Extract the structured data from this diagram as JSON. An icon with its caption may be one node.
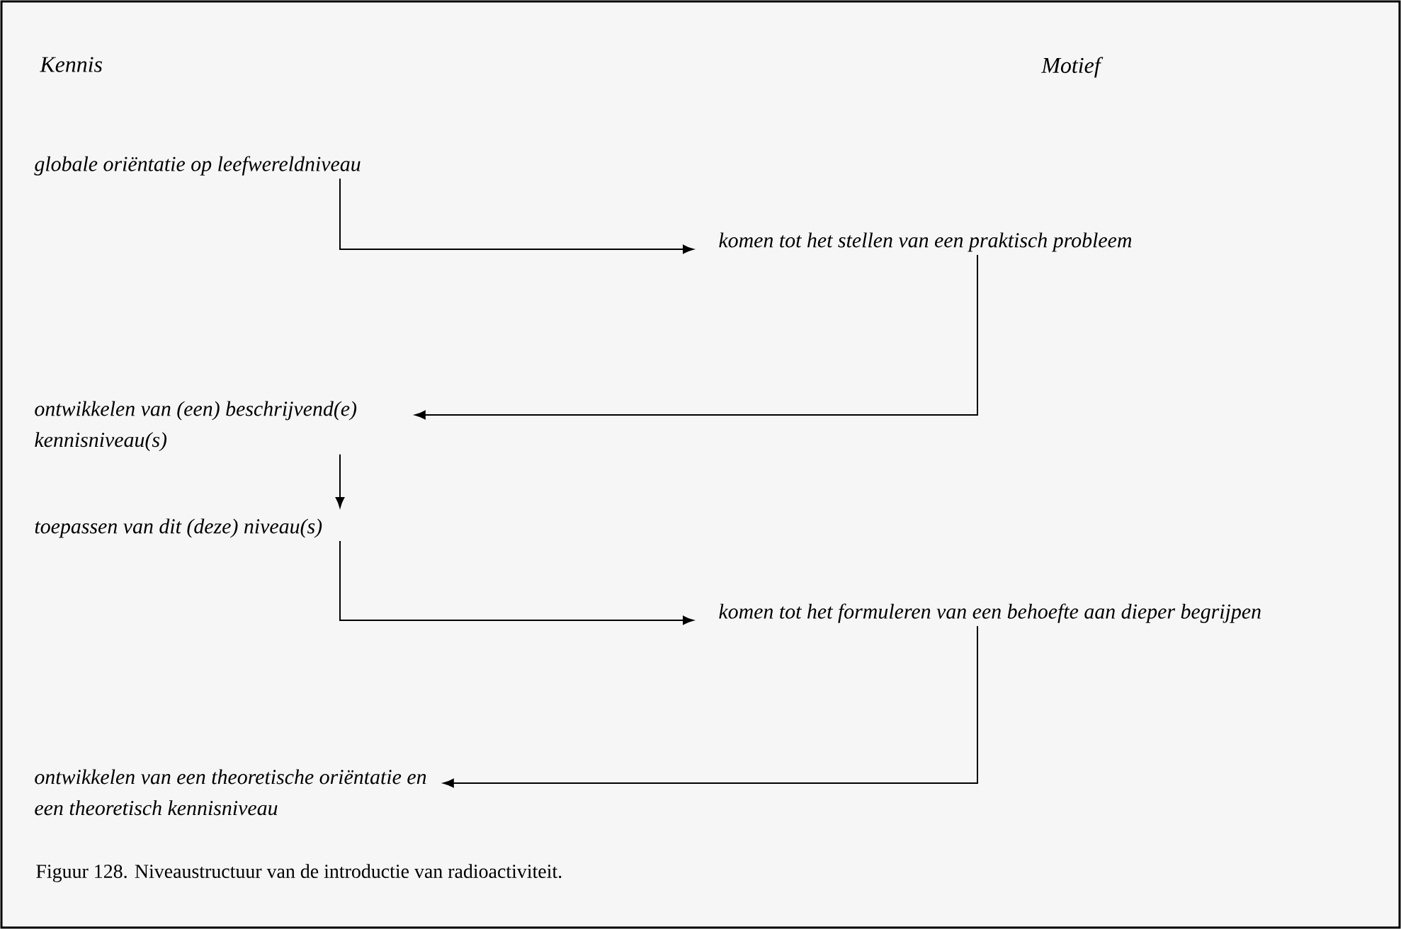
{
  "diagram": {
    "caption": "Figuur 128. Niveaustructuur van de introductie van radioactiviteit.",
    "nodes": [
      {
        "text": [
          "globale oriëntatie op leefwereldniveau"
        ]
      },
      {
        "text": [
          "komen tot het stellen van een praktisch probleem"
        ]
      },
      {
        "text": [
          "ontwikkelen van (een) beschrijvend(e) kennisniveau(s)"
        ]
      },
      {
        "text": [
          "toepassen van dit (deze) niveau(s)"
        ]
      },
      {
        "text": [
          "komen tot het formuleren van een behoefte aan dieper begrijpen"
        ]
      },
      {
        "text": [
          "ontwikkelen van een theoretische oriëntatie en een theoretisch kennisniveau"
        ]
      }
    ],
    "edges": [
      {
        "from": 0,
        "to": 1,
        "arrow": "to"
      },
      {
        "from": 1,
        "to": 2,
        "arrow": "to"
      },
      {
        "from": 2,
        "to": 3,
        "arrow": "to"
      },
      {
        "from": 3,
        "to": 4,
        "arrow": "to"
      },
      {
        "from": 4,
        "to": 5,
        "arrow": "to"
      }
    ],
    "labels": [
      "Kennis",
      "Motief"
    ]
  }
}
